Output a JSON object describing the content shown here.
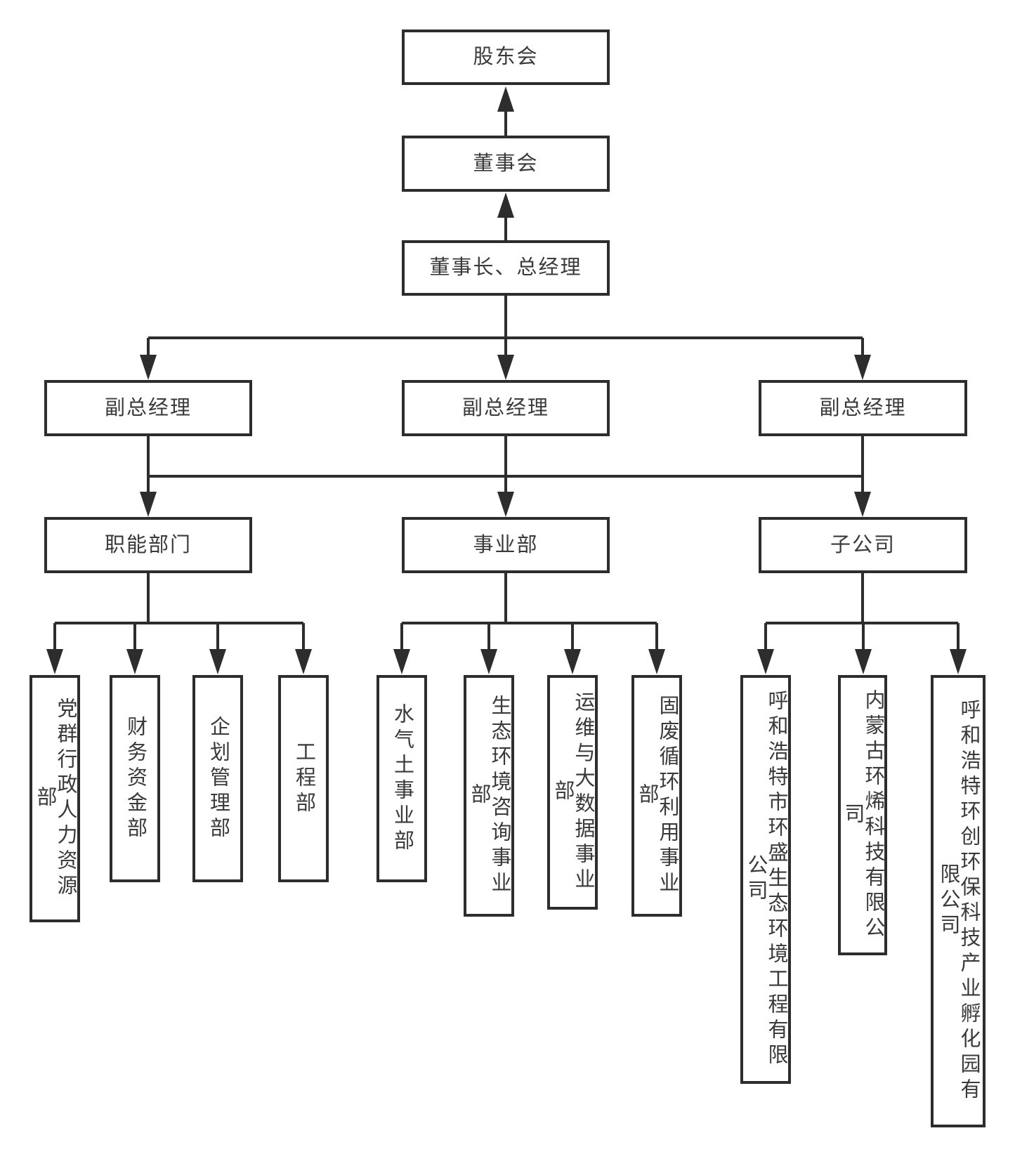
{
  "org": {
    "shareholders": "股东会",
    "board": "董事会",
    "chairman_gm": "董事长、总经理",
    "vps": [
      "副总经理",
      "副总经理",
      "副总经理"
    ],
    "categories": [
      "职能部门",
      "事业部",
      "子公司"
    ],
    "functional_departments": [
      "党群行政人力资源部",
      "财务资金部",
      "企划管理部",
      "工程部"
    ],
    "business_units": [
      "水气土事业部",
      "生态环境咨询事业部",
      "运维与大数据事业部",
      "固废循环利用事业部"
    ],
    "subsidiaries": [
      "呼和浩特市环盛生态环境工程有限公司",
      "内蒙古环烯科技有限公司",
      "呼和浩特环创环保科技产业孵化园有限公司"
    ],
    "colors": {
      "line": "#2d2d2d",
      "text": "#3a3a3a",
      "background": "#ffffff"
    }
  }
}
